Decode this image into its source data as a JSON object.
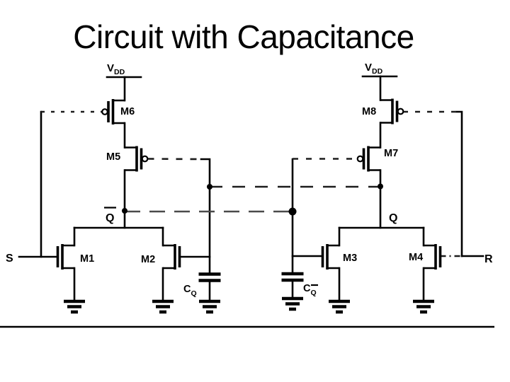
{
  "slide": {
    "title": "Circuit with Capacitance",
    "colors": {
      "ink": "#000000",
      "paper": "#ffffff"
    }
  },
  "labels": {
    "supply_left": {
      "base": "V",
      "sub": "DD"
    },
    "supply_right": {
      "base": "V",
      "sub": "DD"
    },
    "input_s": "S",
    "input_r": "R",
    "node_q": "Q",
    "node_q_bar": {
      "text": "Q",
      "overbar": true
    },
    "cap_q": {
      "base": "C",
      "sub": "Q",
      "sub_overbar": false
    },
    "cap_q_bar": {
      "base": "C",
      "sub": "Q",
      "sub_overbar": true
    },
    "transistors": {
      "m1": "M1",
      "m2": "M2",
      "m3": "M3",
      "m4": "M4",
      "m5": "M5",
      "m6": "M6",
      "m7": "M7",
      "m8": "M8"
    }
  }
}
